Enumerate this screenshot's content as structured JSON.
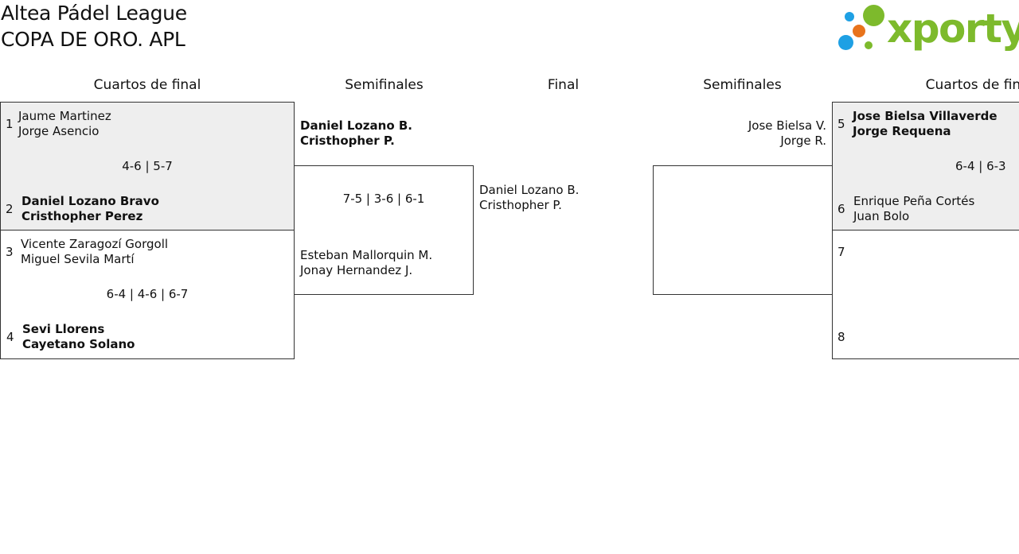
{
  "header": {
    "league": "Altea Pádel League",
    "cup": "COPA DE ORO. APL",
    "logo_text": "xporty",
    "logo_colors": {
      "green": "#7dba2c",
      "blue": "#1ea0e4",
      "orange": "#e8731c"
    }
  },
  "rounds": {
    "left_qf": "Cuartos de final",
    "left_sf": "Semifinales",
    "final": "Final",
    "right_sf": "Semifinales",
    "right_qf": "Cuartos de final"
  },
  "qf_left_top": {
    "seed_a": "1",
    "a1": "Jaume Martinez",
    "a2": "Jorge Asencio",
    "score": "4-6 | 5-7",
    "seed_b": "2",
    "b1": "Daniel Lozano Bravo",
    "b2": "Cristhopher Perez"
  },
  "qf_left_bottom": {
    "seed_a": "3",
    "a1": "Vicente Zaragozí Gorgoll",
    "a2": "Miguel Sevila Martí",
    "score": "6-4 | 4-6 | 6-7",
    "seed_b": "4",
    "b1": "Sevi Llorens",
    "b2": "Cayetano Solano"
  },
  "sf_left": {
    "a1": "Daniel Lozano B.",
    "a2": "Cristhopher P.",
    "score": "7-5 | 3-6 | 6-1",
    "b1": "Esteban Mallorquin M.",
    "b2": "Jonay Hernandez J."
  },
  "final": {
    "a1": "Daniel Lozano B.",
    "a2": "Cristhopher P."
  },
  "sf_right": {
    "a1": "Jose Bielsa V.",
    "a2": "Jorge R."
  },
  "qf_right_top": {
    "seed_a": "5",
    "a1": "Jose Bielsa Villaverde",
    "a2": "Jorge Requena",
    "score": "6-4 | 6-3",
    "seed_b": "6",
    "b1": "Enrique Peña Cortés",
    "b2": "Juan Bolo"
  },
  "qf_right_bottom": {
    "seed_a": "7",
    "seed_b": "8"
  }
}
